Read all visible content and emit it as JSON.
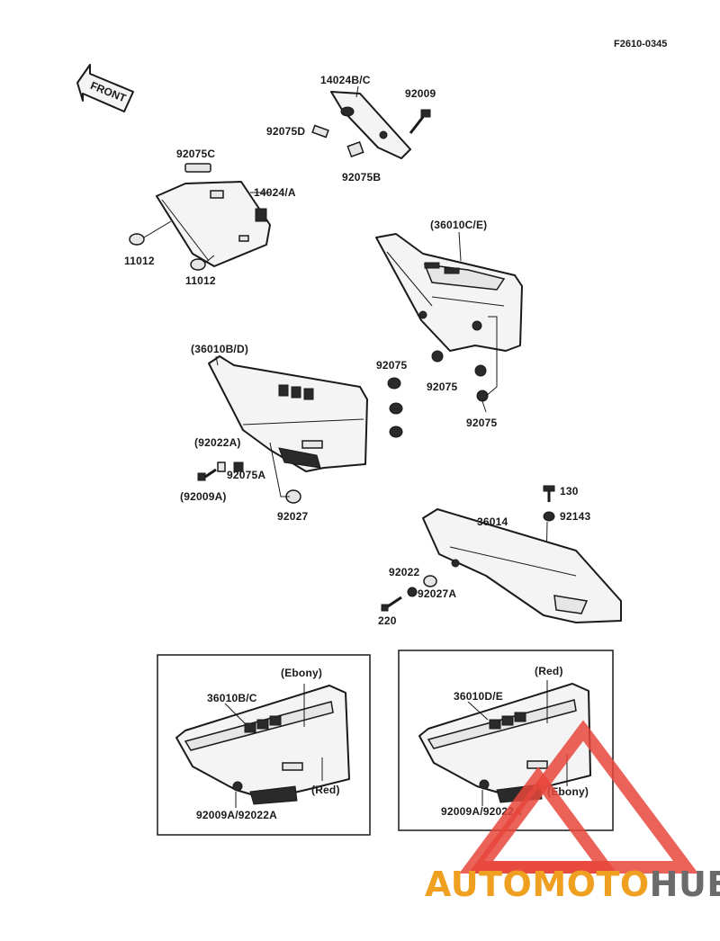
{
  "diagram": {
    "code": "F2610-0345",
    "front_label": "FRONT",
    "labels": {
      "p14024bc": "14024B/C",
      "p92009": "92009",
      "p92075d": "92075D",
      "p92075b": "92075B",
      "p92075c": "92075C",
      "p14024a": "14024/A",
      "p11012a": "11012",
      "p11012b": "11012",
      "p36010ce": "(36010C/E)",
      "p36010bd": "(36010B/D)",
      "p92075_1": "92075",
      "p92075_2": "92075",
      "p92075_3": "92075",
      "p92022a": "(92022A)",
      "p92075a": "92075A",
      "p92009a": "(92009A)",
      "p92027": "92027",
      "p130": "130",
      "p92143": "92143",
      "p36014": "36014",
      "p92022": "92022",
      "p92027a": "92027A",
      "p220": "220"
    },
    "inset_left": {
      "part": "36010B/C",
      "color_top": "(Ebony)",
      "color_bottom": "(Red)",
      "fasteners": "92009A/92022A"
    },
    "inset_right": {
      "part": "36010D/E",
      "color_top": "(Red)",
      "color_bottom": "(Ebony)",
      "fasteners": "92009A/92022A"
    }
  },
  "watermark": {
    "part1": "AUTOMOTO",
    "part2": "HUB",
    "color1": "#f0a020",
    "color2": "#6b6b6b",
    "logo_color": "#e8463c"
  }
}
